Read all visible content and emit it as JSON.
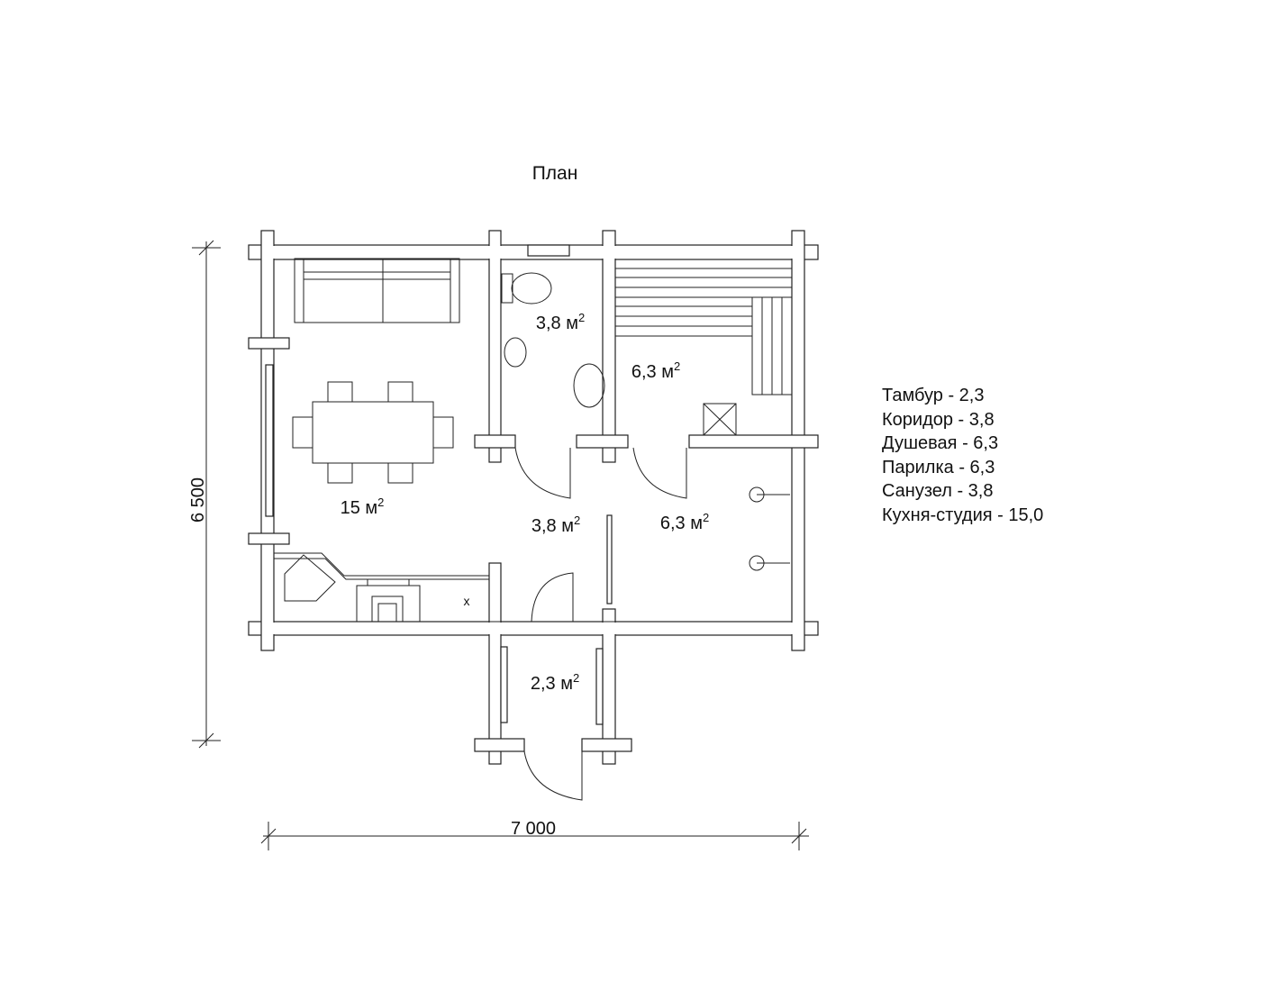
{
  "title": "План",
  "dimensions": {
    "width": "7 000",
    "height": "6 500"
  },
  "rooms": [
    {
      "id": "kitchen",
      "area": "15 м",
      "sup": "2"
    },
    {
      "id": "wc",
      "area": "3,8 м",
      "sup": "2"
    },
    {
      "id": "steam",
      "area": "6,3 м",
      "sup": "2"
    },
    {
      "id": "corridor",
      "area": "3,8 м",
      "sup": "2"
    },
    {
      "id": "shower",
      "area": "6,3 м",
      "sup": "2"
    },
    {
      "id": "tambour",
      "area": "2,3 м",
      "sup": "2"
    }
  ],
  "stove_mark": "x",
  "legend": [
    "Тамбур - 2,3",
    "Коридор - 3,8",
    "Душевая - 6,3",
    "Парилка - 6,3",
    "Санузел - 3,8",
    "Кухня-студия - 15,0"
  ]
}
